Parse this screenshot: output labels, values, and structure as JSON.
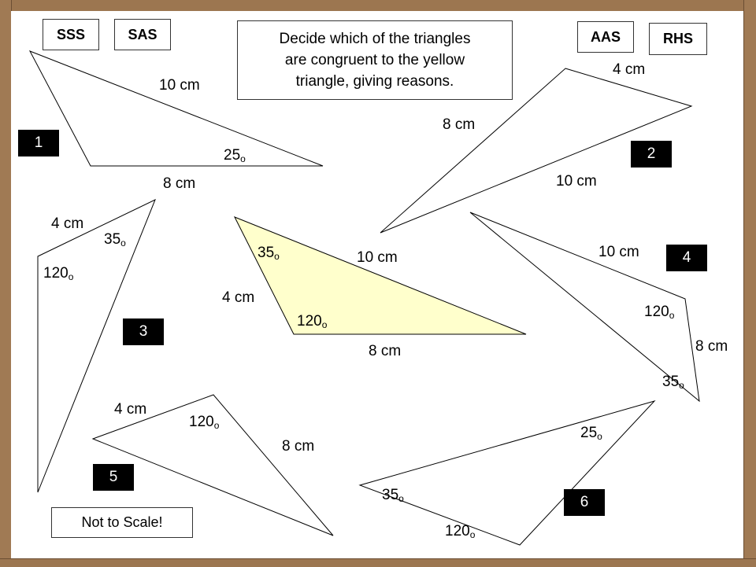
{
  "methods": {
    "sss": "SSS",
    "sas": "SAS",
    "aas": "AAS",
    "rhs": "RHS"
  },
  "prompt": {
    "line1": "Decide which of the triangles",
    "line2": "are congruent to the yellow",
    "line3": "triangle, giving reasons."
  },
  "note": "Not to Scale!",
  "numbers": {
    "t1": "1",
    "t2": "2",
    "t3": "3",
    "t4": "4",
    "t5": "5",
    "t6": "6"
  },
  "degree_mark": "o",
  "labels": {
    "t1_side_a": "10 cm",
    "t1_angle": "25",
    "t1_side_b": "8 cm",
    "t2_side_a": "4 cm",
    "t2_side_b": "8 cm",
    "t2_side_c": "10 cm",
    "t3_side_a": "4 cm",
    "t3_angle_a": "35",
    "t3_angle_b": "120",
    "y_angle_a": "35",
    "y_side_a": "10 cm",
    "y_side_b": "4 cm",
    "y_angle_b": "120",
    "y_side_c": "8 cm",
    "t4_side_a": "10 cm",
    "t4_angle_a": "120",
    "t4_side_b": "8 cm",
    "t4_angle_b": "35",
    "t5_side_a": "4 cm",
    "t5_angle_a": "120",
    "t5_side_b": "8 cm",
    "t6_angle_a": "25",
    "t6_angle_b": "35",
    "t6_angle_c": "120"
  },
  "colors": {
    "yellow_fill": "#ffffcc",
    "stroke": "#000000",
    "frame": "#a57e59"
  }
}
